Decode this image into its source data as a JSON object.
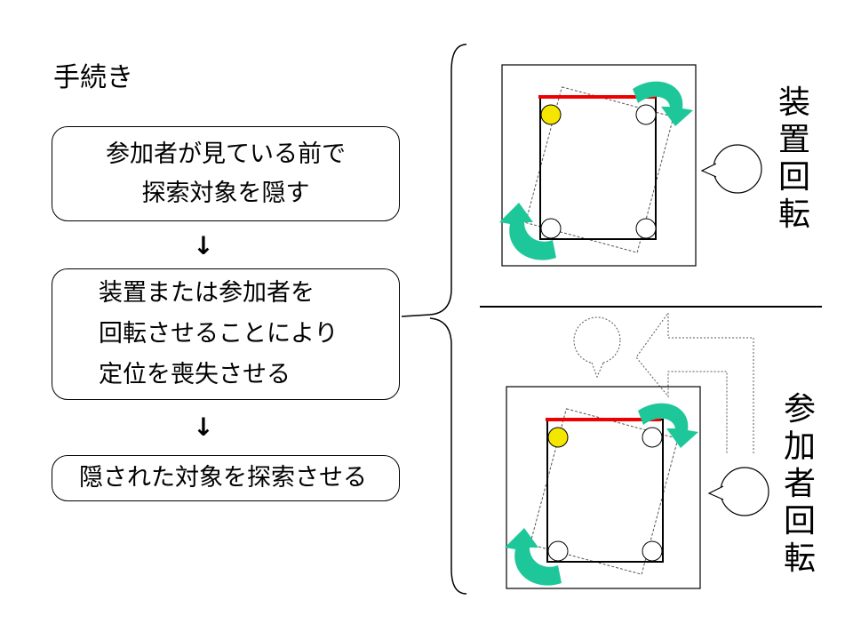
{
  "title": "手続き",
  "steps": [
    {
      "lines": [
        "参加者が見ている前で",
        "探索対象を隠す"
      ]
    },
    {
      "lines": [
        "装置または参加者を",
        "回転させることにより",
        "定位を喪失させる"
      ]
    },
    {
      "lines": [
        "隠された対象を探索させる"
      ]
    }
  ],
  "arrow_glyph": "↓",
  "panels": {
    "device_rotation": {
      "label_chars": [
        "装",
        "置",
        "回",
        "転"
      ]
    },
    "participant_rotation": {
      "label_chars": [
        "参",
        "加",
        "者",
        "回",
        "転"
      ]
    }
  },
  "colors": {
    "edge_marker": "#ee0000",
    "target_marker": "#f5e600",
    "rotation_arrow": "#1ec79a",
    "line": "#000000",
    "dotted": "#666666"
  }
}
